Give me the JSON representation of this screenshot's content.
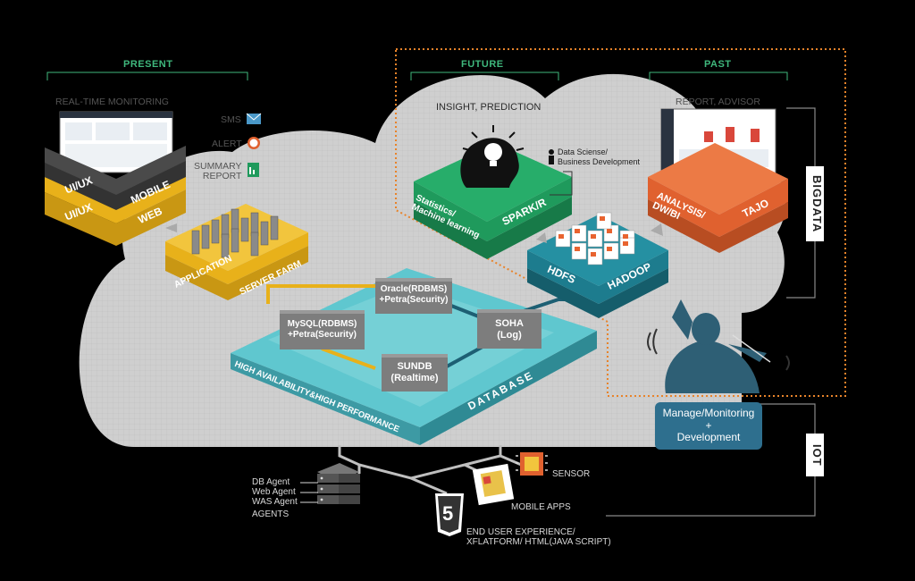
{
  "sections": {
    "present": "PRESENT",
    "future": "FUTURE",
    "past": "PAST"
  },
  "present_panel": {
    "title": "REAL-TIME MONITORING",
    "layer_top_left": "UI/UX",
    "layer_top_right": "MOBILE",
    "layer_bottom_left": "UI/UX",
    "layer_bottom_right": "WEB",
    "notifications": [
      {
        "label": "SMS",
        "icon": "mail-icon"
      },
      {
        "label": "ALERT",
        "icon": "alarm-clock-icon"
      },
      {
        "label": "SUMMARY\nREPORT",
        "icon": "report-icon"
      }
    ]
  },
  "future_panel": {
    "title": "INSIGHT, PREDICTION",
    "role_line1": "Data Sciense/",
    "role_line2": "Business Development",
    "spark_left_line1": "Statistics/",
    "spark_left_line2": "Machine learning",
    "spark_right": "SPARK/R",
    "hadoop_left": "HDFS",
    "hadoop_right": "HADOOP"
  },
  "past_panel": {
    "title": "REPORT, ADVISOR",
    "left_line1": "ANALYSIS/",
    "left_line2": "DW/BI",
    "right": "TAJO"
  },
  "app_server": {
    "left": "APPLICATION",
    "right": "SERVER FARM"
  },
  "database": {
    "left_label": "HIGH AVAILABILITY&HIGH PERFORMANCE",
    "right_label": "DATABASE",
    "nodes": {
      "oracle_line1": "Oracle(RDBMS)",
      "oracle_line2": "+Petra(Security)",
      "mysql_line1": "MySQL(RDBMS)",
      "mysql_line2": "+Petra(Security)",
      "soha_line1": "SOHA",
      "soha_line2": "(Log)",
      "sundb_line1": "SUNDB",
      "sundb_line2": "(Realtime)"
    }
  },
  "side_tabs": {
    "bigdata": "BIGDATA",
    "iot": "IOT"
  },
  "management": {
    "line1": "Manage/Monitoring",
    "line2": "+",
    "line3": "Development"
  },
  "bottom": {
    "agents": [
      "DB Agent",
      "Web Agent",
      "WAS Agent"
    ],
    "agents_title": "AGENTS",
    "sensor": "SENSOR",
    "mobile_apps": "MOBILE APPS",
    "end_user_line1": "END USER EXPERIENCE/",
    "end_user_line2": "XFLATFORM/ HTML(JAVA SCRIPT)",
    "html5_glyph": "5"
  },
  "colors": {
    "cloud": "#cfcfcf",
    "yellow": "#e8b11a",
    "gray_block": "#4a4a4a",
    "green": "#1f9a5c",
    "teal": "#1d7c8e",
    "orange": "#e0612f",
    "database": "#5fc7cf",
    "management": "#2e6f8e",
    "dotted_border": "#e8832a"
  }
}
